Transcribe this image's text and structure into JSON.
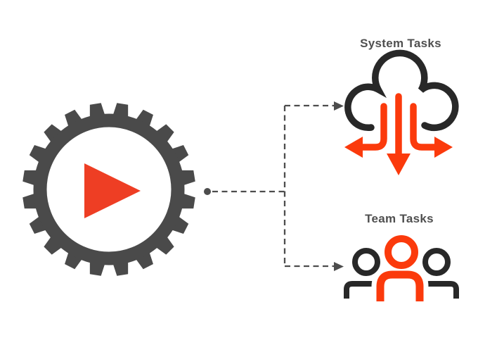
{
  "diagram": {
    "title": "Automation flow diagram",
    "labels": {
      "system_tasks": "System Tasks",
      "team_tasks": "Team Tasks"
    },
    "colors": {
      "background": "#ffffff",
      "gear": "#4a4a4a",
      "play_triangle": "#ee3e24",
      "icon_dark": "#282828",
      "icon_accent": "#fb3a0c",
      "connector": "#4d4d4d",
      "label_text": "#4f4f4f",
      "halo": "#ffffff"
    },
    "icons": {
      "left": "gear-play-icon",
      "top_right": "cloud-distribute-icon",
      "bottom_right": "team-group-icon",
      "connector": "dashed-arrow-connector"
    }
  }
}
